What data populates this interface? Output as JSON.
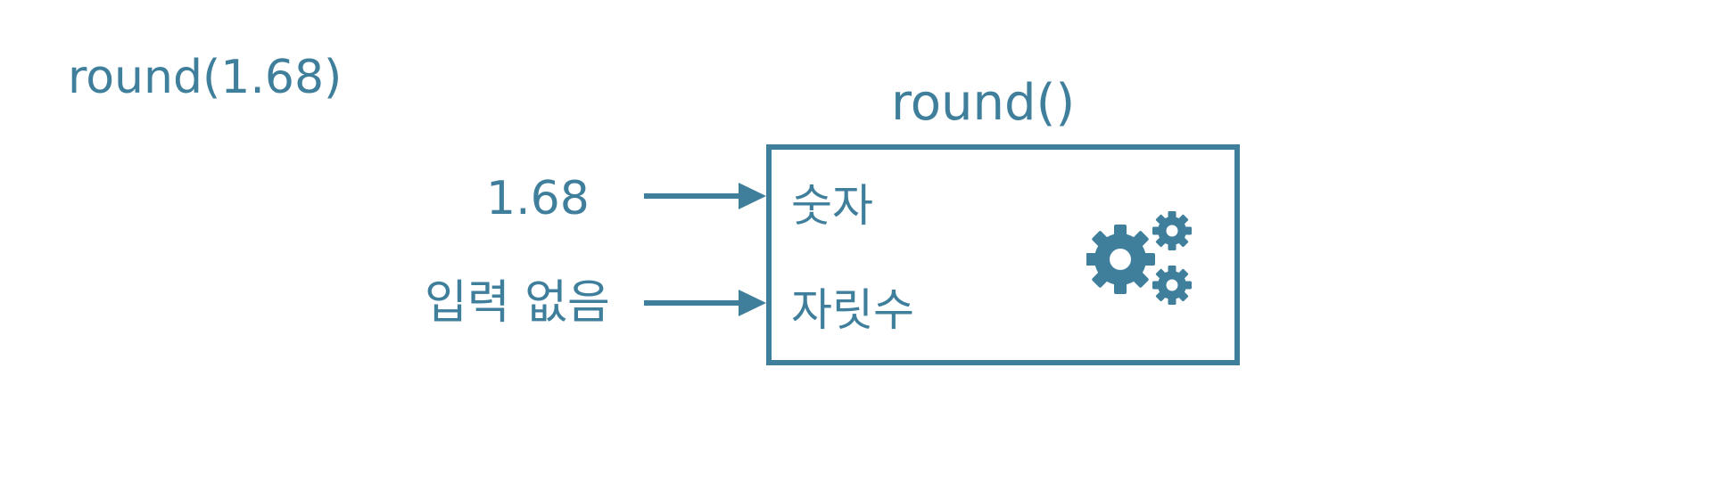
{
  "call_expression": "round(1.68)",
  "function": {
    "name": "round()",
    "params": [
      {
        "label": "숫자",
        "input": "1.68"
      },
      {
        "label": "자릿수",
        "input": "입력 없음"
      }
    ],
    "icon": "gears-icon"
  },
  "colors": {
    "accent": "#3f7f9c",
    "background": "#ffffff"
  }
}
